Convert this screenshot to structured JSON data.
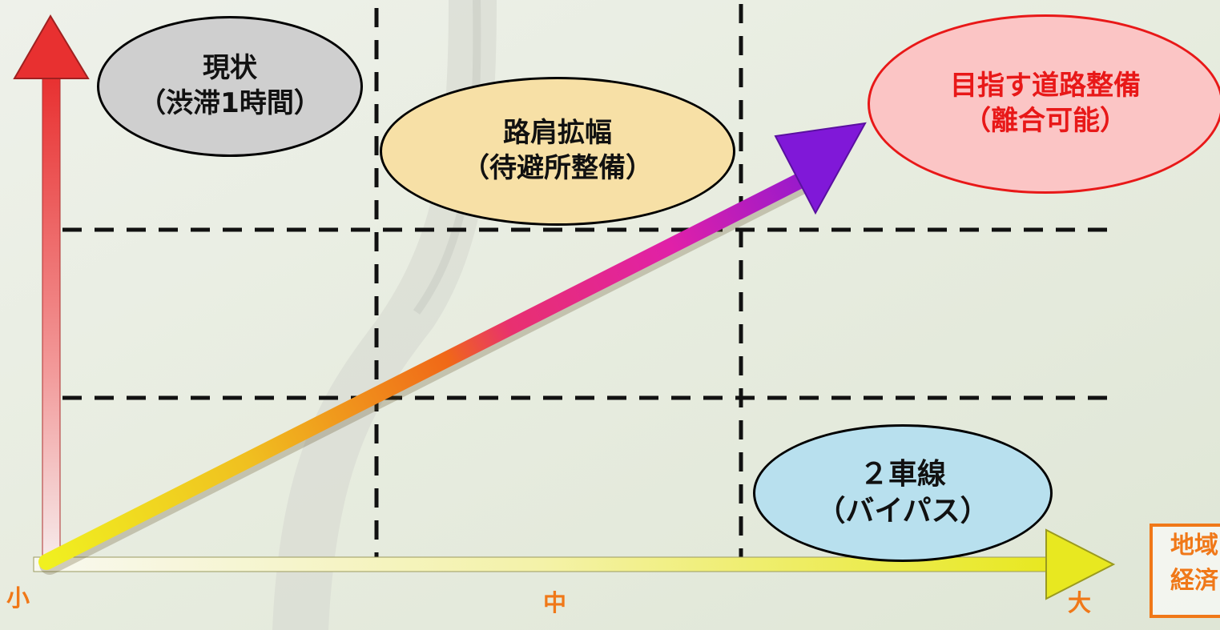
{
  "ellipses": {
    "current": {
      "line1": "現状",
      "line2": "（渋滞1時間）"
    },
    "shoulder": {
      "line1": "路肩拡幅",
      "line2": "（待避所整備）"
    },
    "target": {
      "line1": "目指す道路整備",
      "line2": "（離合可能）"
    },
    "bypass": {
      "line1": "２車線",
      "line2": "（バイパス）"
    }
  },
  "x_axis": {
    "small": "小",
    "medium": "中",
    "large": "大"
  },
  "economy_box": {
    "line1": "地域",
    "line2": "経済"
  },
  "colors": {
    "vertical_axis": "#e83030",
    "horizontal_axis": "#e8e820",
    "target_border": "#e81818",
    "axis_labels": "#f07818",
    "arrow_start": "#f0f020",
    "arrow_mid": "#f06818",
    "arrow_pink": "#e020a8",
    "arrow_end": "#8018d8"
  },
  "icons": {
    "background": "aerial-road-photo"
  }
}
